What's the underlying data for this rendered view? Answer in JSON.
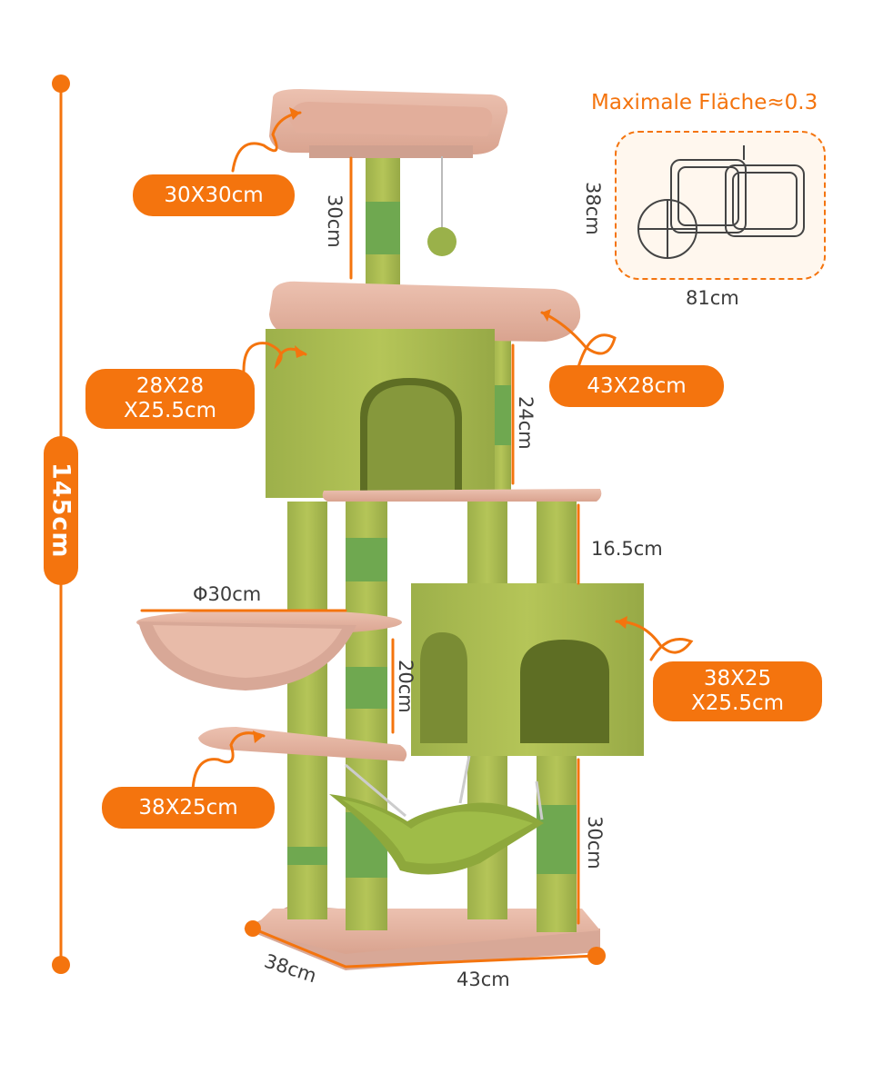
{
  "footprint": {
    "title": "Maximale Fläche≈0.3",
    "width_label": "81cm",
    "depth_label": "38cm"
  },
  "total_height": "145cm",
  "labels": {
    "top_perch": "30X30cm",
    "upper_condo": "28X28\nX25.5cm",
    "upper_platform": "43X28cm",
    "lower_condo": "38X25\nX25.5cm",
    "lower_platform": "38X25cm"
  },
  "dimensions": {
    "top_post": "30cm",
    "upper_condo_height": "24cm",
    "gap_mid": "16.5cm",
    "basket_diameter": "Φ30cm",
    "basket_post": "20cm",
    "bottom_post": "30cm",
    "base_depth": "38cm",
    "base_width": "43cm"
  },
  "colors": {
    "accent": "#f4740e",
    "plush_pink": "#e6b5a3",
    "plush_green": "#a9bb4f",
    "sisal_green": "#6fa850"
  }
}
